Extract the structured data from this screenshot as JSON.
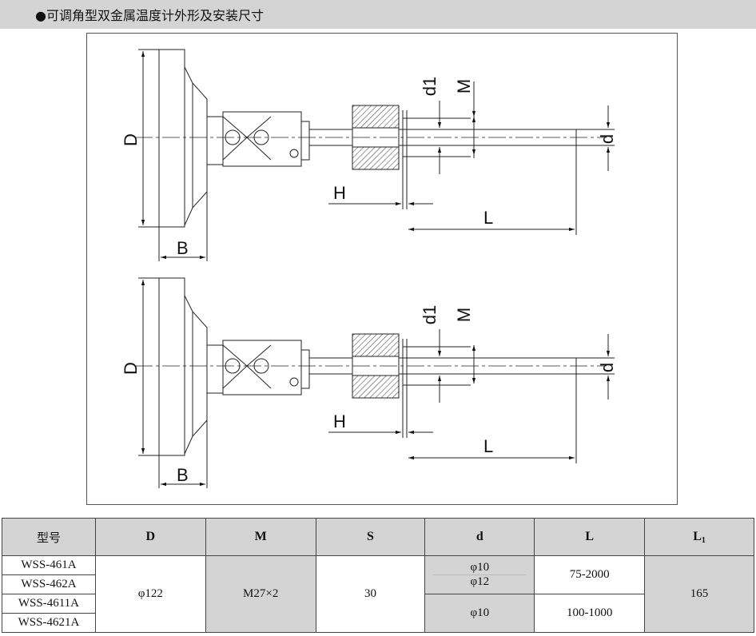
{
  "header": {
    "title": "●可调角型双金属温度计外形及安装尺寸"
  },
  "drawing": {
    "views": [
      {
        "labels": {
          "D": "D",
          "B": "B",
          "H": "H",
          "L": "L",
          "M": "M",
          "d1": "d1",
          "d": "d"
        }
      },
      {
        "labels": {
          "D": "D",
          "B": "B",
          "H": "H",
          "L": "L",
          "M": "M",
          "d1": "d1",
          "d": "d"
        }
      }
    ]
  },
  "table": {
    "headers": {
      "model": "型号",
      "D": "D",
      "M": "M",
      "S": "S",
      "d": "d",
      "L": "L",
      "L1_main": "L",
      "L1_sub": "1"
    },
    "models": [
      "WSS-461A",
      "WSS-462A",
      "WSS-4611A",
      "WSS-4621A"
    ],
    "D": "φ122",
    "M": "M27×2",
    "S": "30",
    "d_group1": [
      "φ10",
      "φ12"
    ],
    "d_group2": "φ10",
    "L_group1": "75-2000",
    "L_group2": "100-1000",
    "L1": "165"
  }
}
